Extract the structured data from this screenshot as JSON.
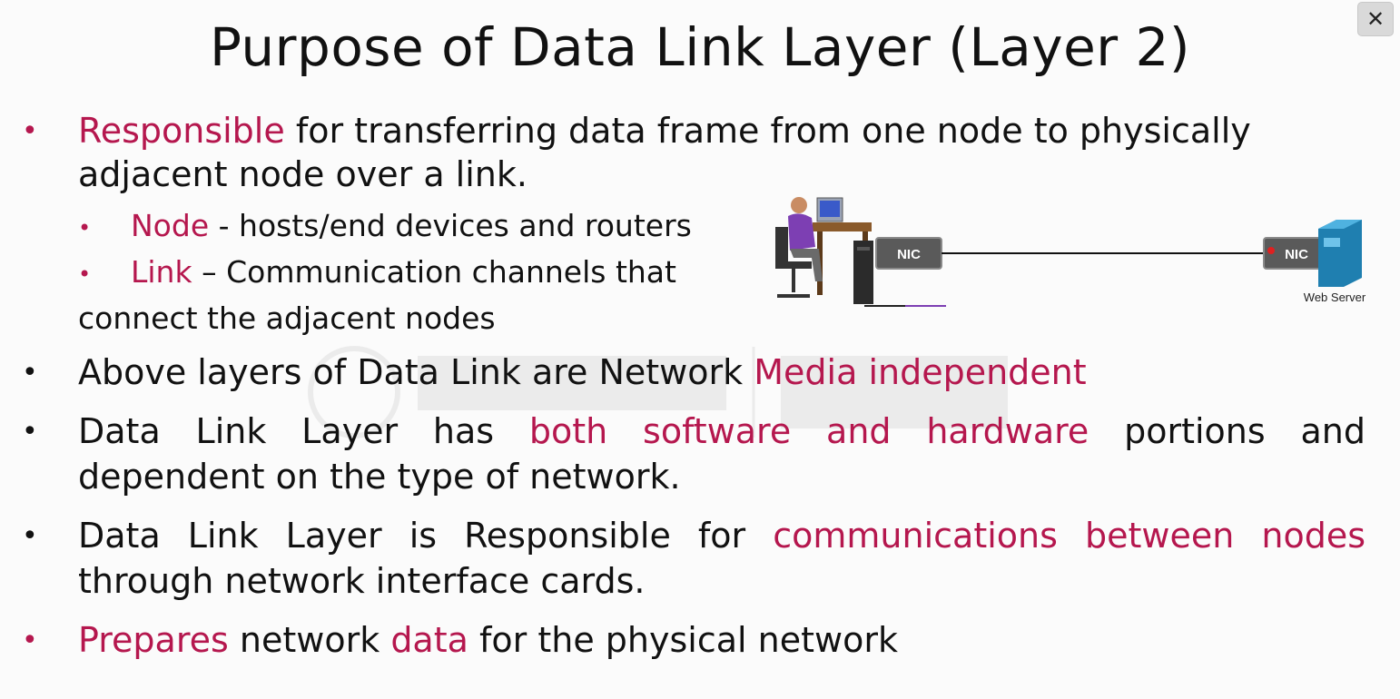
{
  "window": {
    "close_glyph": "✕"
  },
  "slide": {
    "title": "Purpose of Data Link Layer (Layer 2)",
    "bullet_char": "•",
    "b1": {
      "accent": "Responsible",
      "rest": "for transferring data frame from one node to physically",
      "line2": "adjacent node over a link."
    },
    "sub1": {
      "accent": "Node",
      "rest": "- hosts/end devices and routers"
    },
    "sub2": {
      "accent": "Link",
      "rest": "– Communication channels that",
      "cont": "connect the adjacent nodes"
    },
    "b2": {
      "plain": "Above layers of Data Link are Network",
      "accent": "Media independent"
    },
    "b3": {
      "w1": "Data",
      "w2": "Link",
      "w3": "Layer",
      "w4": "has",
      "a1": "both",
      "a2": "software",
      "a3": "and",
      "a4": "hardware",
      "w5": "portions",
      "w6": "and",
      "line2": "dependent on the type of network."
    },
    "b4": {
      "plain": "Data Link Layer is Responsible for",
      "accent": "communications between nodes",
      "line2": "through network interface cards."
    },
    "b5": {
      "accent1": "Prepares",
      "plain1": "network",
      "accent2": "data",
      "plain2": "for the physical network"
    }
  },
  "diagram": {
    "nic_left": "NIC",
    "nic_right": "NIC",
    "server_label": "Web Server"
  },
  "colors": {
    "accent": "#b5174e",
    "text": "#111111",
    "background": "#fbfbfb"
  }
}
